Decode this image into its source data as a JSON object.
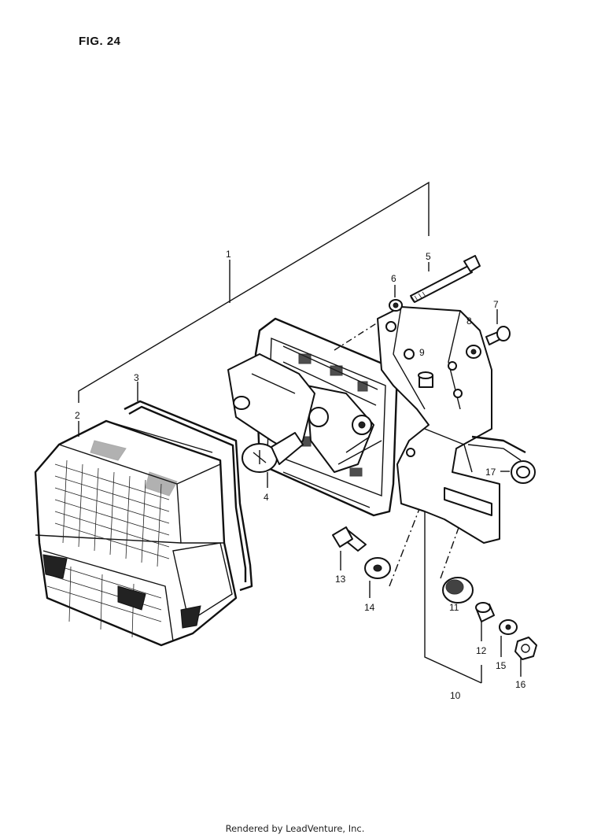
{
  "figure": {
    "title": "FIG. 24",
    "footer": "Rendered by LeadVenture, Inc."
  },
  "callouts": [
    {
      "id": "1",
      "label": "1"
    },
    {
      "id": "2",
      "label": "2"
    },
    {
      "id": "3",
      "label": "3"
    },
    {
      "id": "4",
      "label": "4"
    },
    {
      "id": "5",
      "label": "5"
    },
    {
      "id": "6",
      "label": "6"
    },
    {
      "id": "7",
      "label": "7"
    },
    {
      "id": "8",
      "label": "8"
    },
    {
      "id": "9",
      "label": "9"
    },
    {
      "id": "10",
      "label": "10"
    },
    {
      "id": "11",
      "label": "11"
    },
    {
      "id": "12",
      "label": "12"
    },
    {
      "id": "13",
      "label": "13"
    },
    {
      "id": "14",
      "label": "14"
    },
    {
      "id": "15",
      "label": "15"
    },
    {
      "id": "16",
      "label": "16"
    },
    {
      "id": "17",
      "label": "17"
    }
  ]
}
